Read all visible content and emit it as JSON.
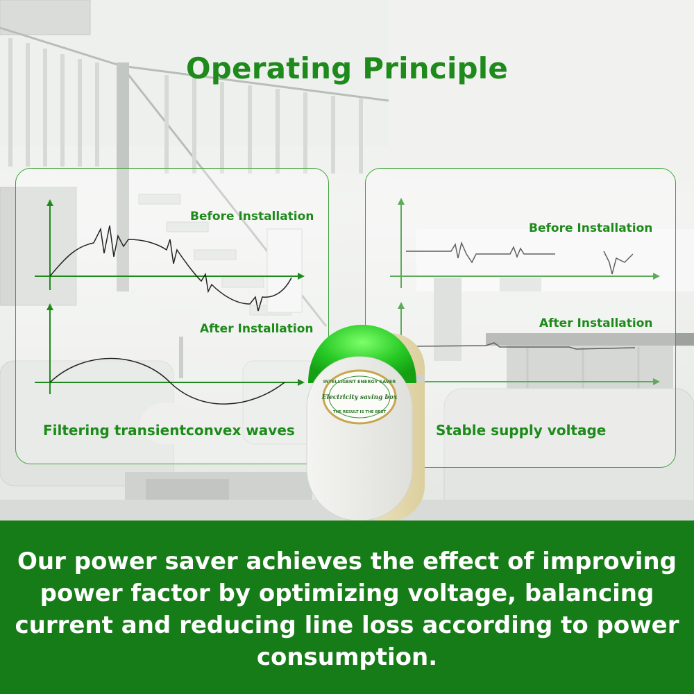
{
  "title": "Operating Principle",
  "left_panel": {
    "before_label": "Before Installation",
    "after_label": "After Installation",
    "caption": "Filtering transientconvex waves"
  },
  "right_panel": {
    "before_label": "Before Installation",
    "after_label": "After Installation",
    "caption": "Stable supply voltage"
  },
  "device": {
    "ring_top": "INTELLIGENT ENERGY SAVER",
    "ring_center": "Electricity saving box",
    "ring_bottom": "THE RESULT IS THE BEST"
  },
  "statement": "Our power saver achieves the effect of improving power factor by optimizing voltage, balancing current and reducing line loss according to power consumption.",
  "colors": {
    "accent": "#1f8a1c",
    "banner": "#167c17",
    "text_on_banner": "#ffffff"
  }
}
